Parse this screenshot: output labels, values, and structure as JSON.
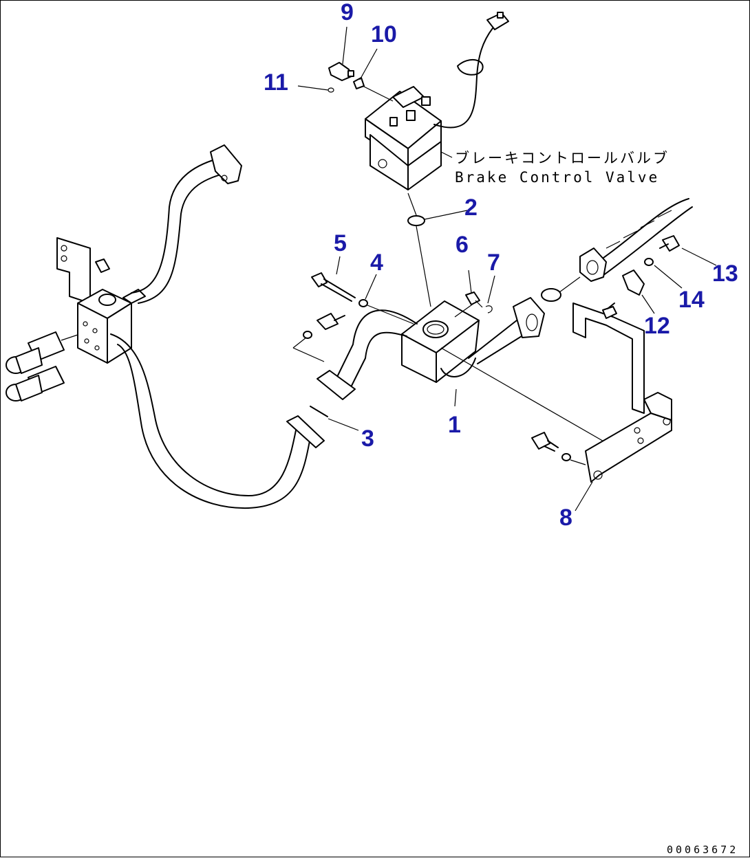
{
  "callouts": [
    {
      "id": "1",
      "text": "1"
    },
    {
      "id": "2",
      "text": "2"
    },
    {
      "id": "3",
      "text": "3"
    },
    {
      "id": "4",
      "text": "4"
    },
    {
      "id": "5",
      "text": "5"
    },
    {
      "id": "6",
      "text": "6"
    },
    {
      "id": "7",
      "text": "7"
    },
    {
      "id": "8",
      "text": "8"
    },
    {
      "id": "9",
      "text": "9"
    },
    {
      "id": "10",
      "text": "10"
    },
    {
      "id": "11",
      "text": "11"
    },
    {
      "id": "12",
      "text": "12"
    },
    {
      "id": "13",
      "text": "13"
    },
    {
      "id": "14",
      "text": "14"
    }
  ],
  "valve_label": {
    "jp": "ブレーキコントロールバルブ",
    "en": "Brake Control Valve"
  },
  "drawing_code": "00063672",
  "colors": {
    "callout": "#1a1aa8",
    "line": "#000000"
  }
}
